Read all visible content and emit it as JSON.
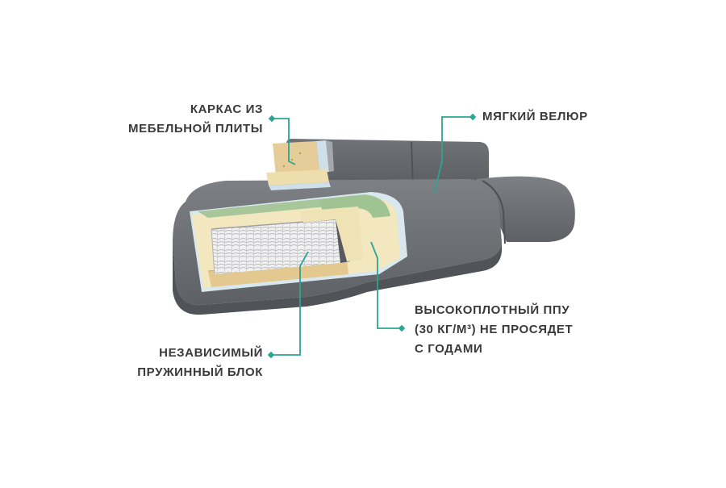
{
  "diagram": {
    "colors": {
      "fabric": "#6b6e72",
      "fabric_light": "#7a7d81",
      "fabric_dark": "#55585c",
      "leader_line": "#2aa593",
      "text": "#3a3a3a",
      "board": "#e7cfa0",
      "foam_green": "#a9c89b",
      "foam_cream": "#f3eac2",
      "foam_blue": "#cfe0ea",
      "springs": "#e9e9ea"
    },
    "labels": {
      "frame": [
        "КАРКАС ИЗ",
        "МЕБЕЛЬНОЙ ПЛИТЫ"
      ],
      "velour": [
        "МЯГКИЙ ВЕЛЮР"
      ],
      "foam": [
        "ВЫСОКОПЛОТНЫЙ ППУ",
        "(30 КГ/М³) НЕ ПРОСЯДЕТ",
        "С ГОДАМИ"
      ],
      "springs": [
        "НЕЗАВИСИМЫЙ",
        "ПРУЖИННЫЙ БЛОК"
      ]
    }
  }
}
